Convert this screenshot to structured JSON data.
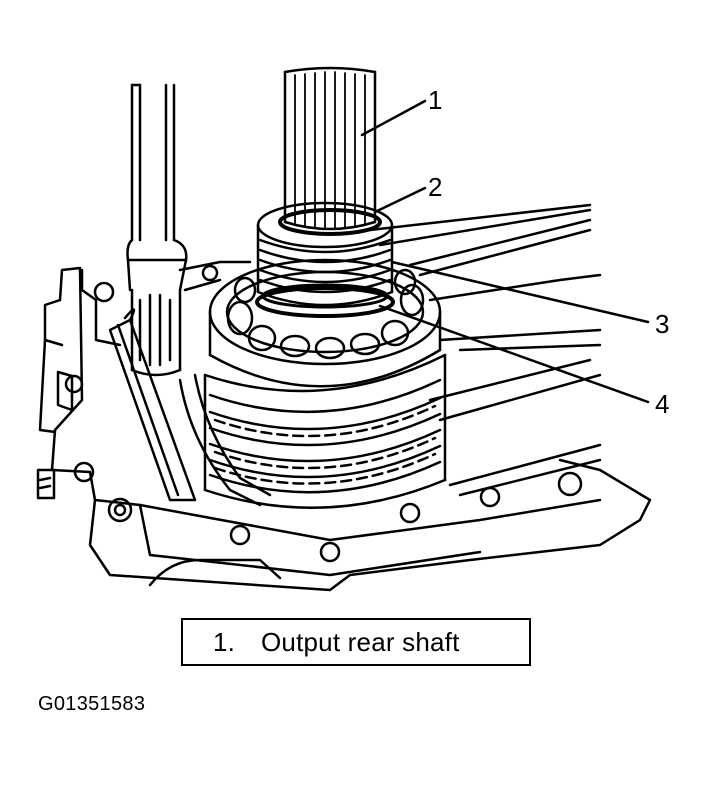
{
  "callouts": [
    "1",
    "2",
    "3",
    "4"
  ],
  "legend": {
    "number": "1.",
    "text": "Output rear shaft"
  },
  "figure_id": "G01351583"
}
